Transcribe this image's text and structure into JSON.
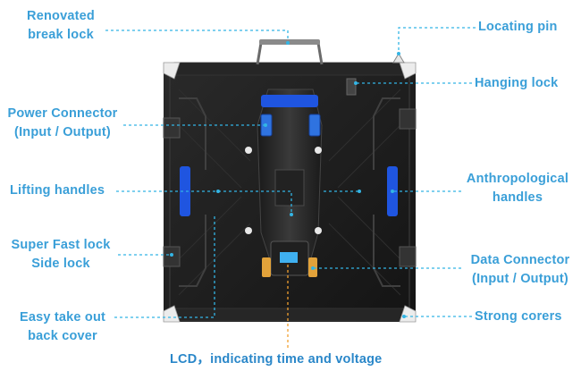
{
  "callouts": {
    "renovated_break_lock": {
      "line1": "Renovated",
      "line2": "break lock"
    },
    "locating_pin": "Locating pin",
    "hanging_lock": "Hanging lock",
    "power_connector": {
      "line1": "Power Connector",
      "line2": "(Input / Output)"
    },
    "lifting_handles": "Lifting handles",
    "anthropological_handles": {
      "line1": "Anthropological",
      "line2": "handles"
    },
    "super_fast_lock": {
      "line1": "Super Fast lock",
      "line2": "Side lock"
    },
    "data_connector": {
      "line1": "Data Connector",
      "line2": "(Input / Output)"
    },
    "easy_take_out": {
      "line1": "Easy take out",
      "line2": "back cover"
    },
    "strong_corners": "Strong corers",
    "lcd": "LCD，indicating time and  voltage"
  },
  "colors": {
    "label": "#3a9fd8",
    "leader": "#33b5e5",
    "leader_lcd": "#f0a030",
    "cabinet": "#1c1c1c",
    "handle_blue": "#1f55e0",
    "connector_orange": "#e2a23a",
    "bracket": "#e8e8e8"
  }
}
